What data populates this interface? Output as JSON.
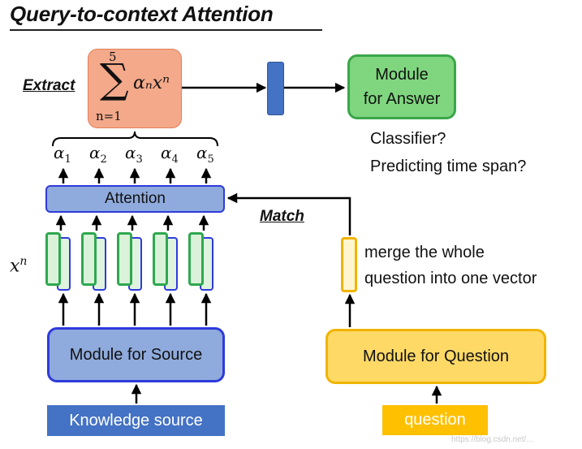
{
  "title": "Query-to-context Attention",
  "extract_label": "Extract",
  "match_label": "Match",
  "summation": {
    "upper": "5",
    "lower": "n=1",
    "expr": "αₙxⁿ"
  },
  "answer_module": {
    "line1": "Module",
    "line2": "for Answer"
  },
  "answer_notes": [
    "Classifier?",
    "Predicting time span?"
  ],
  "alphas": [
    {
      "sym": "α",
      "sub": "1"
    },
    {
      "sym": "α",
      "sub": "2"
    },
    {
      "sym": "α",
      "sub": "3"
    },
    {
      "sym": "α",
      "sub": "4"
    },
    {
      "sym": "α",
      "sub": "5"
    }
  ],
  "attention_label": "Attention",
  "xn_label": {
    "base": "x",
    "sup": "n"
  },
  "source_module": "Module for Source",
  "knowledge_source": "Knowledge source",
  "merge_note": {
    "line1": "merge the whole",
    "line2": "question into one vector"
  },
  "question_module": "Module for Question",
  "question_input": "question",
  "watermark": "https://blog.csdn.net/..."
}
